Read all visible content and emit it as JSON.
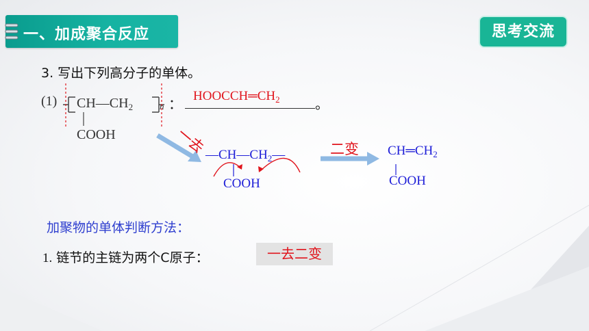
{
  "header": {
    "title": "一、加成聚合反应",
    "badge": "思考交流"
  },
  "question": {
    "text": "3. 写出下列高分子的单体。",
    "part_label": "(1)",
    "repeat_unit_main": "CH—CH",
    "repeat_unit_sub": "2",
    "repeat_n": "n",
    "colon": "：",
    "side_group": "COOH",
    "answer_main": "HOOCCH═CH",
    "answer_sub": "2",
    "answer_end": "。"
  },
  "steps": {
    "step1": "一去",
    "step2": "二变",
    "frag_main": "—CH—CH",
    "frag_sub": "2",
    "frag_end": "—",
    "frag_side": "COOH",
    "monomer_main": "CH═CH",
    "monomer_sub": "2",
    "monomer_side": "COOH"
  },
  "method": {
    "heading": "加聚物的单体判断方法：",
    "rule_number": "1.",
    "rule_text": "链节的主链为两个C原子：",
    "rule_answer": "一去二变"
  },
  "colors": {
    "accent": "#19b596",
    "red": "#e0141c",
    "blue": "#2020d8",
    "arrow": "#8fb9e3"
  }
}
